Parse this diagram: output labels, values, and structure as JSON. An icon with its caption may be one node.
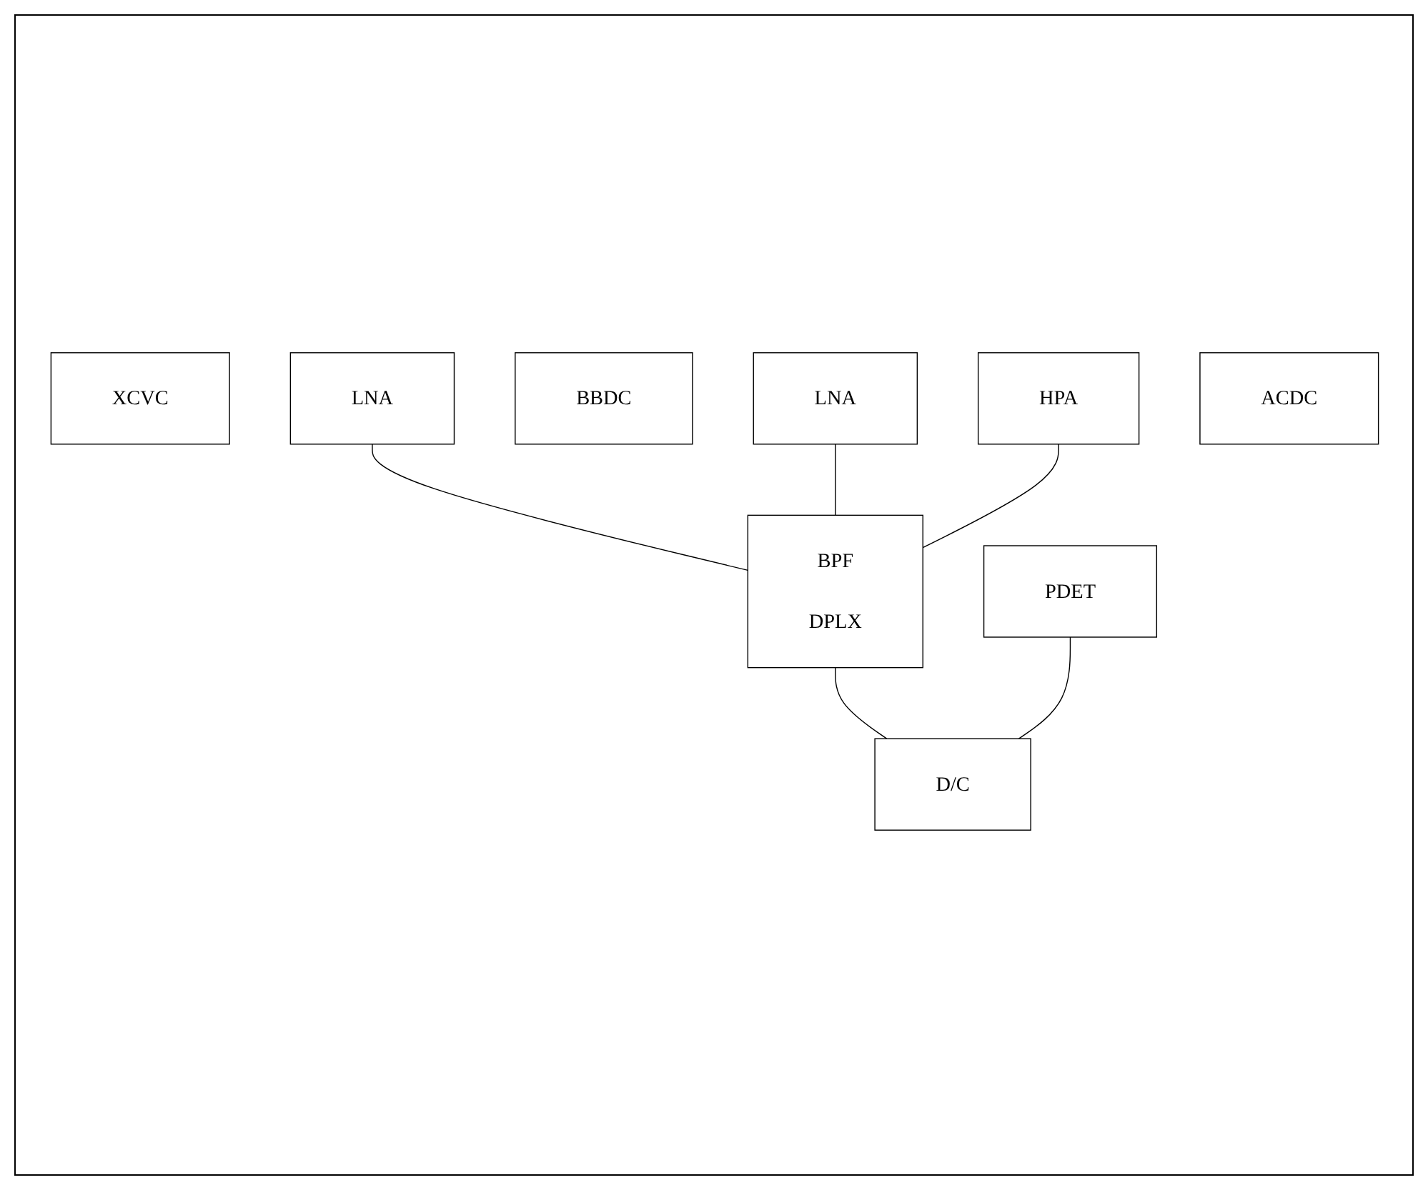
{
  "diagram": {
    "nodes": [
      {
        "text": [
          "XCVC"
        ]
      },
      {
        "text": [
          "HPA"
        ]
      },
      {
        "text": [
          "BBDC"
        ]
      },
      {
        "text": [
          "LNA"
        ]
      },
      {
        "text": [
          "LNA"
        ]
      },
      {
        "text": [
          "BPF",
          "DPLX"
        ]
      },
      {
        "text": [
          "ACDC"
        ]
      },
      {
        "text": [
          "D/C"
        ]
      },
      {
        "text": [
          "PDET"
        ]
      }
    ],
    "edges": [
      {
        "from": 3,
        "to": 5,
        "arrow": "none"
      },
      {
        "from": 4,
        "to": 5,
        "arrow": "none"
      },
      {
        "from": 1,
        "to": 5,
        "arrow": "none"
      },
      {
        "from": 5,
        "to": 7,
        "arrow": "none"
      },
      {
        "from": 8,
        "to": 7,
        "arrow": "none"
      }
    ]
  }
}
